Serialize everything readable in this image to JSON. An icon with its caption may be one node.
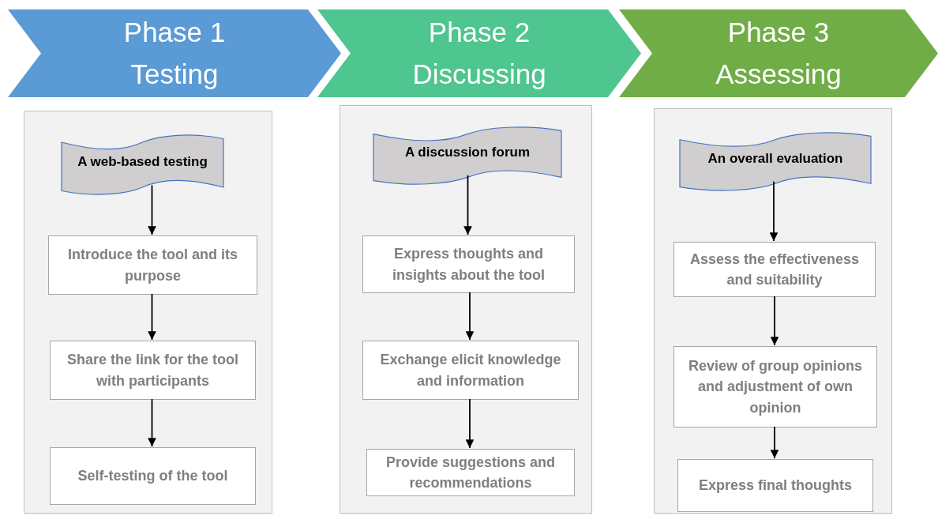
{
  "diagram": {
    "nodes": [
      {
        "text": [
          "Phase 1",
          "Testing"
        ]
      },
      {
        "text": [
          "Phase 2",
          "Discussing"
        ]
      },
      {
        "text": [
          "Phase 3",
          "Assessing"
        ]
      },
      {
        "text": [],
        "shape": "box"
      },
      {
        "text": [
          "A web-based testing"
        ],
        "in": 3
      },
      {
        "text": [
          "Introduce the tool and its purpose"
        ],
        "in": 3
      },
      {
        "text": [
          "Share the link for the tool with participants"
        ],
        "in": 3
      },
      {
        "text": [
          "Self-testing of the tool"
        ],
        "in": 3
      },
      {
        "text": [],
        "shape": "box"
      },
      {
        "text": [
          "A discussion forum"
        ],
        "in": 8
      },
      {
        "text": [
          "Express thoughts and insights about the tool"
        ],
        "in": 8
      },
      {
        "text": [
          "Exchange elicit knowledge and information"
        ],
        "in": 8
      },
      {
        "text": [
          "Provide suggestions and recommendations"
        ],
        "in": 8
      },
      {
        "text": [],
        "shape": "box"
      },
      {
        "text": [
          "An overall evaluation"
        ],
        "in": 13
      },
      {
        "text": [
          "Assess the effectiveness and suitability"
        ],
        "in": 13
      },
      {
        "text": [
          "Review of group opinions and adjustment of own opinion"
        ],
        "in": 13
      },
      {
        "text": [
          "Express final thoughts"
        ],
        "in": 13
      }
    ],
    "edges": [
      {
        "from": 4,
        "to": 5,
        "arrow": "to"
      },
      {
        "from": 5,
        "to": 6,
        "arrow": "to"
      },
      {
        "from": 6,
        "to": 7,
        "arrow": "to"
      },
      {
        "from": 9,
        "to": 10,
        "arrow": "to"
      },
      {
        "from": 10,
        "to": 11,
        "arrow": "to"
      },
      {
        "from": 11,
        "to": 12,
        "arrow": "to"
      },
      {
        "from": 14,
        "to": 15,
        "arrow": "to"
      },
      {
        "from": 15,
        "to": 16,
        "arrow": "to"
      },
      {
        "from": 16,
        "to": 17,
        "arrow": "to"
      }
    ]
  }
}
